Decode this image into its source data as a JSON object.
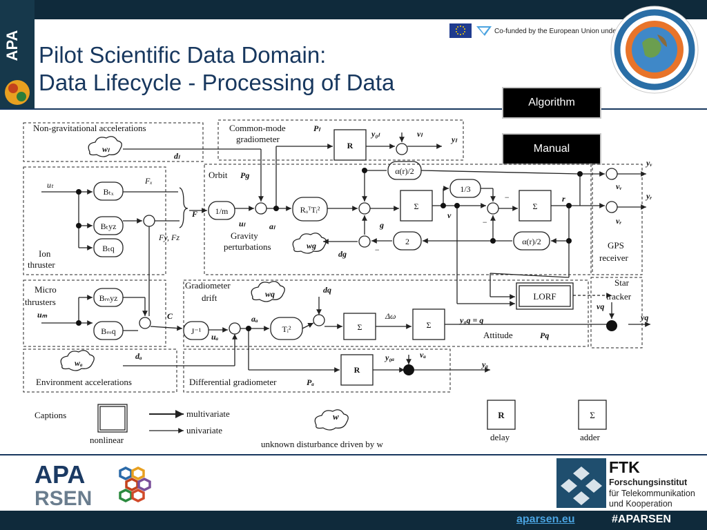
{
  "slide": {
    "title_line1": "Pilot Scientific Data Domain:",
    "title_line2": "Data Lifecycle - Processing of Data",
    "eu_funding": "Co-funded by the European Union under FP7-ICT-2009-6",
    "tag_algorithm": "Algorithm",
    "tag_manual": "Manual"
  },
  "diagram": {
    "boxes": {
      "nongrav": "Non-gravitational accelerations",
      "cm_line1": "Common-mode",
      "cm_line2": "gradiometer",
      "ion_line1": "Ion",
      "ion_line2": "thruster",
      "micro_line1": "Micro",
      "micro_line2": "thrusters",
      "orbit": "Orbit",
      "grav_line1": "Gravity",
      "grav_line2": "perturbations",
      "gps_line1": "GPS",
      "gps_line2": "receiver",
      "gdrift_line1": "Gradiometer",
      "gdrift_line2": "drift",
      "star_line1": "Star",
      "star_line2": "tracker",
      "env": "Environment accelerations",
      "diffgrad": "Differential gradiometer",
      "attitude": "Attitude"
    },
    "blocks": {
      "r": "R",
      "sigma": "Σ",
      "lorf": "LORF",
      "one_over_m": "1/m",
      "one_third": "1/3",
      "two": "2",
      "alpha_half": "α(r)/2",
      "j_inv": "J⁻¹",
      "ti2": "Tᵢ²",
      "ro_ti2": "RₒᵀTᵢ²",
      "btx": "Bₜₓ",
      "btyz": "Bₜyz",
      "btq": "Bₜq",
      "bmyz": "Bₘyz",
      "bmq": "Bₘq"
    },
    "signals": {
      "u_t": "uₜ",
      "u_m": "uₘ",
      "F": "F",
      "F_x": "Fₓ",
      "F_yz": "Fy, Fz",
      "C": "C",
      "w_l": "wₗ",
      "w_g": "wg",
      "w_q": "wq",
      "w_a": "wₐ",
      "d_l": "dₗ",
      "d_g": "dg",
      "d_q": "dq",
      "d_a": "dₐ",
      "P_l": "Pₗ",
      "P_g": "Pg",
      "P_q": "Pq",
      "P_a": "Pₐ",
      "y_0l": "y₀ₗ",
      "v_l": "vₗ",
      "y_l": "yₗ",
      "y_v": "yᵥ",
      "v_v": "vᵥ",
      "y_r": "yᵣ",
      "v_r": "vᵣ",
      "y_q": "yq",
      "v_q": "vq",
      "y_0q": "y₀q = q",
      "y_a": "yₐ",
      "v_a": "vₐ",
      "y_0a": "y₀ₐ",
      "u_l": "uₗ",
      "a_l": "aₗ",
      "a_a": "aₐ",
      "u_a": "uₐ",
      "g": "g",
      "v": "v",
      "r": "r",
      "d_omega": "Δω",
      "minus": "−"
    },
    "captions": {
      "title": "Captions",
      "nonlinear": "nonlinear",
      "multivariate": "multivariate",
      "univariate": "univariate",
      "unknown": "unknown disturbance driven by w",
      "w": "w",
      "delay_block": "R",
      "delay": "delay",
      "adder_block": "Σ",
      "adder": "adder"
    }
  },
  "footer": {
    "apa_line1": "APA",
    "apa_line2": "RSEN",
    "ftk_title": "FTK",
    "ftk_l1": "Forschungsinstitut",
    "ftk_l2": "für Telekommunikation",
    "ftk_l3": "und Kooperation",
    "link": "aparsen.eu",
    "hashtag": "#APARSEN"
  },
  "sidebar": {
    "logo_text": "APA"
  },
  "colors": {
    "dark_bar": "#0f2a3b",
    "title": "#17375e",
    "link": "#4aa3e0",
    "hashtag": "#ffffff"
  }
}
